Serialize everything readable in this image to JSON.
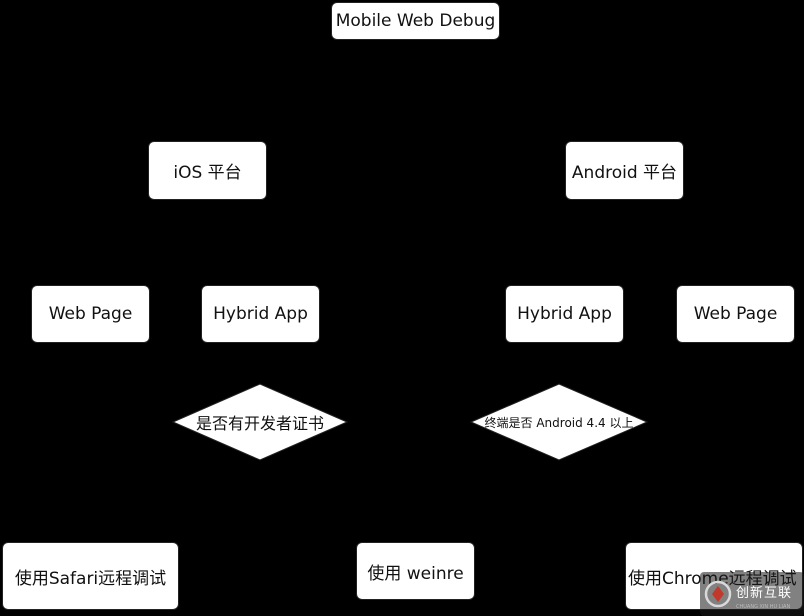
{
  "nodes": {
    "root": "Mobile Web Debug",
    "ios_platform": "iOS 平台",
    "android_platform": "Android 平台",
    "ios_web_page": "Web Page",
    "ios_hybrid_app": "Hybrid App",
    "android_hybrid_app": "Hybrid App",
    "android_web_page": "Web Page",
    "use_safari": "使用Safari远程调试",
    "use_weinre": "使用 weinre",
    "use_chrome": "使用Chrome远程调试"
  },
  "decisions": {
    "ios_question": "是否有开发者证书",
    "android_question": "终端是否 Android 4.4 以上"
  },
  "watermark": {
    "name": "创新互联",
    "logo_text": "CHUANG XIN HU LIAN"
  },
  "colors": {
    "background": "#000000",
    "node_fill": "#ffffff",
    "text": "#111111"
  }
}
